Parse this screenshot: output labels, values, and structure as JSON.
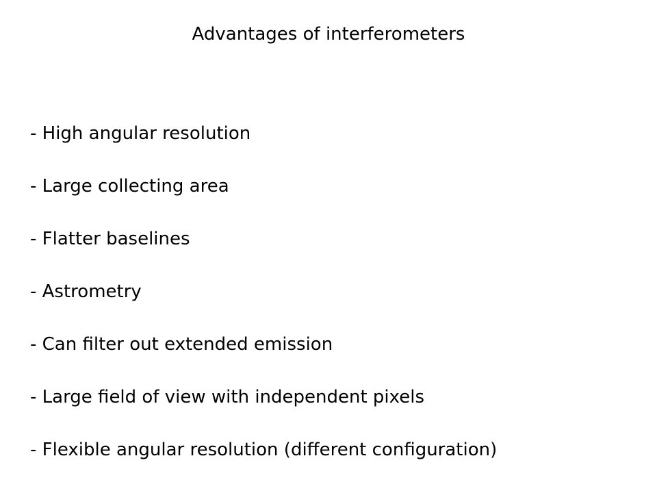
{
  "slide": {
    "title": "Advantages of interferometers",
    "bullets": [
      "- High angular resolution",
      "- Large collecting area",
      "- Flatter baselines",
      "- Astrometry",
      "- Can filter out extended emission",
      "- Large field of view with independent pixels",
      "- Flexible angular resolution (different configuration)"
    ]
  }
}
